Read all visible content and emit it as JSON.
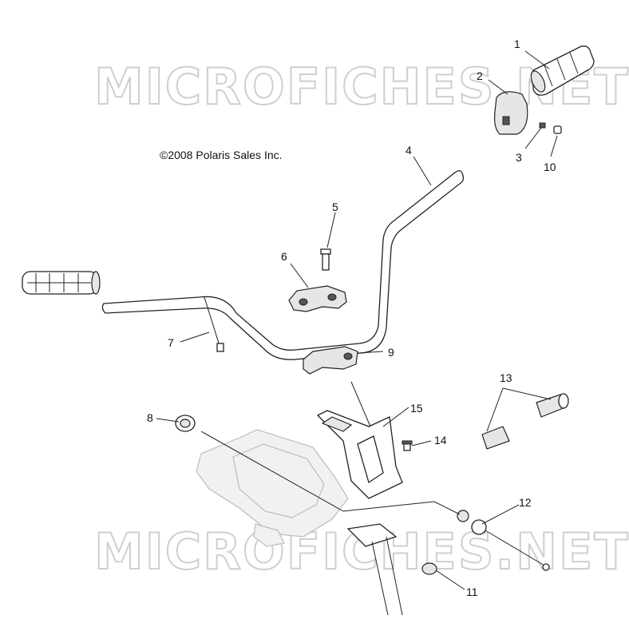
{
  "watermark": {
    "text": "MICROFICHES.NET"
  },
  "copyright": "©2008 Polaris Sales Inc.",
  "callouts": [
    {
      "id": "callout-1",
      "label": "1"
    },
    {
      "id": "callout-2",
      "label": "2"
    },
    {
      "id": "callout-3",
      "label": "3"
    },
    {
      "id": "callout-4",
      "label": "4"
    },
    {
      "id": "callout-5",
      "label": "5"
    },
    {
      "id": "callout-6",
      "label": "6"
    },
    {
      "id": "callout-7",
      "label": "7"
    },
    {
      "id": "callout-8",
      "label": "8"
    },
    {
      "id": "callout-9",
      "label": "9"
    },
    {
      "id": "callout-10",
      "label": "10"
    },
    {
      "id": "callout-11",
      "label": "11"
    },
    {
      "id": "callout-12",
      "label": "12"
    },
    {
      "id": "callout-13",
      "label": "13"
    },
    {
      "id": "callout-14",
      "label": "14"
    },
    {
      "id": "callout-15",
      "label": "15"
    }
  ]
}
